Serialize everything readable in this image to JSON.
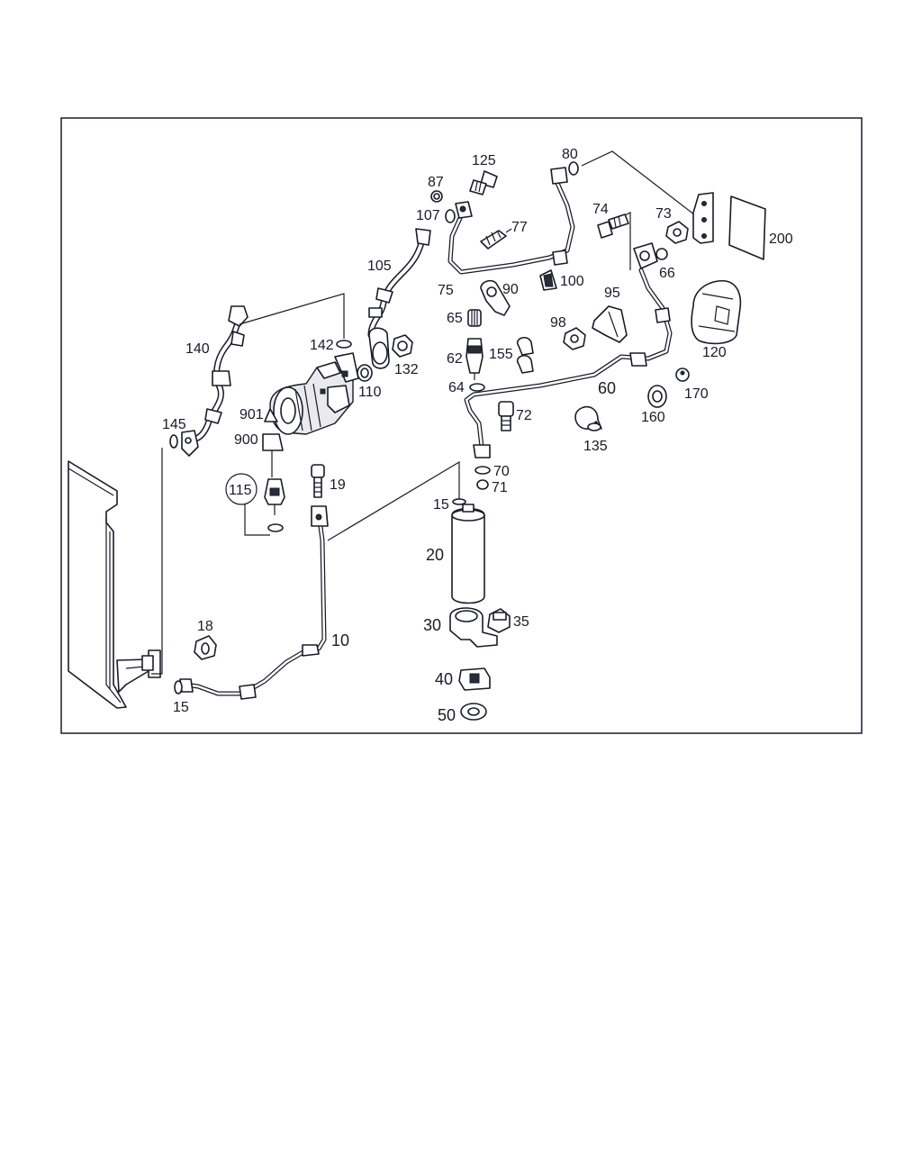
{
  "diagram": {
    "callouts": {
      "c10": "10",
      "c15a": "15",
      "c15b": "15",
      "c18": "18",
      "c19": "19",
      "c20": "20",
      "c30": "30",
      "c35": "35",
      "c40": "40",
      "c50": "50",
      "c60": "60",
      "c62": "62",
      "c64": "64",
      "c65": "65",
      "c66": "66",
      "c70": "70",
      "c71": "71",
      "c72": "72",
      "c73": "73",
      "c74": "74",
      "c75": "75",
      "c77": "77",
      "c80": "80",
      "c87": "87",
      "c90": "90",
      "c95": "95",
      "c98": "98",
      "c100": "100",
      "c105": "105",
      "c107": "107",
      "c110": "110",
      "c115": "115",
      "c120": "120",
      "c125": "125",
      "c132": "132",
      "c135": "135",
      "c140": "140",
      "c142": "142",
      "c145": "145",
      "c155": "155",
      "c160": "160",
      "c170": "170",
      "c200": "200",
      "c900": "900",
      "c901": "901"
    }
  }
}
